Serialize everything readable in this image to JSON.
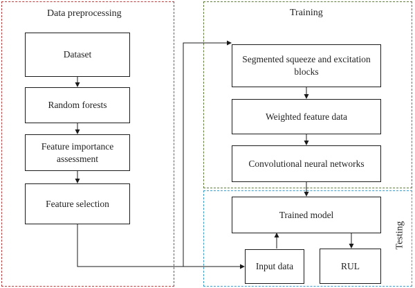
{
  "colors": {
    "preprocessing_border": "#b43a3a",
    "training_border": "#5e7a3a",
    "testing_border": "#3a9ac8",
    "box_border": "#1a1a1a",
    "arrow": "#1a1a1a"
  },
  "regions": {
    "preprocessing": {
      "label": "Data preprocessing"
    },
    "training": {
      "label": "Training"
    },
    "testing": {
      "label": "Testing"
    }
  },
  "boxes": {
    "dataset": "Dataset",
    "random_forests": "Random forests",
    "feature_importance": "Feature importance assessment",
    "feature_selection": "Feature selection",
    "segmented_se": "Segmented squeeze and excitation blocks",
    "weighted_feature": "Weighted feature data",
    "cnn": "Convolutional neural networks",
    "trained_model": "Trained model",
    "input_data": "Input data",
    "rul": "RUL"
  }
}
